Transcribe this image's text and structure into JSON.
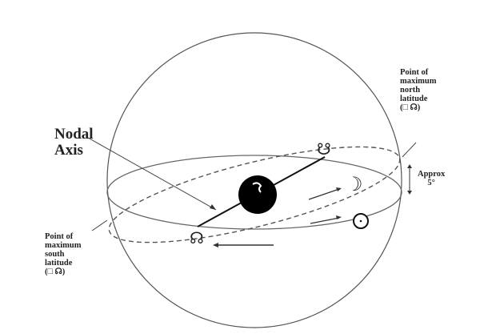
{
  "labels": {
    "nodal_axis": [
      "Nodal",
      "Axis"
    ],
    "north": [
      "Point of",
      "maximum",
      "north",
      "latitude",
      "(□ ☊)"
    ],
    "south": [
      "Point of",
      "maximum",
      "south",
      "latitude",
      "(□ ☊)"
    ],
    "approx": [
      "Approx",
      "5°"
    ]
  },
  "symbols": {
    "north_node": "☊",
    "south_node": "☋",
    "moon": "☽",
    "sun": "☉"
  },
  "icons": {
    "earth": "earth-icon"
  }
}
